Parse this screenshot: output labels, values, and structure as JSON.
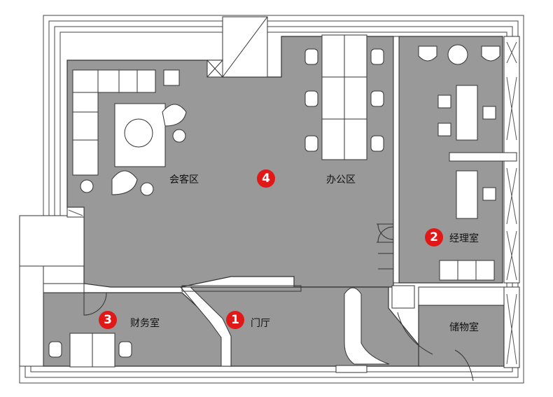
{
  "rooms": {
    "lounge": {
      "name": "会客区",
      "number": ""
    },
    "office": {
      "name": "办公区",
      "number": "4"
    },
    "manager": {
      "name": "经理室",
      "number": "2"
    },
    "finance": {
      "name": "财务室",
      "number": "3"
    },
    "lobby": {
      "name": "门厅",
      "number": "1"
    },
    "storage": {
      "name": "储物室",
      "number": ""
    }
  },
  "colors": {
    "floor": "#999999",
    "wall": "#ffffff",
    "line": "#333333",
    "badge": "#e01818"
  }
}
